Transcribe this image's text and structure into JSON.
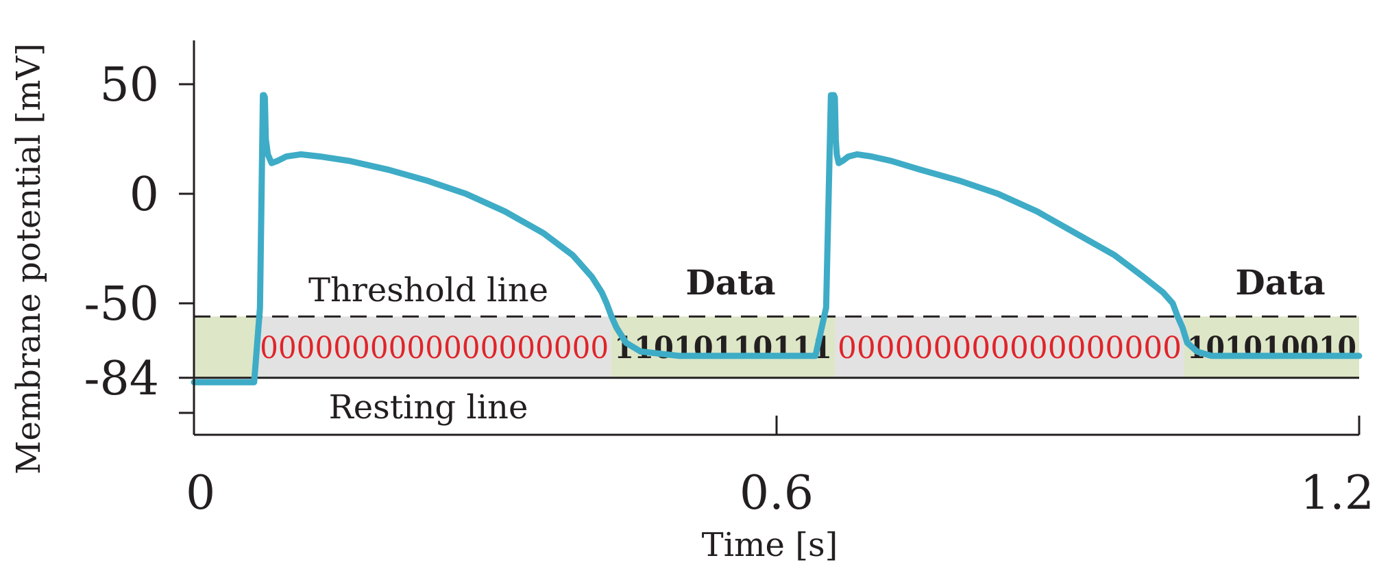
{
  "chart_data": {
    "type": "line",
    "title": "",
    "xlabel": "Time [s]",
    "ylabel": "Membrane potential [mV]",
    "xlim": [
      0,
      1.2
    ],
    "ylim": [
      -110,
      70
    ],
    "xticks": [
      0,
      0.6,
      1.2
    ],
    "xtick_labels": [
      "0",
      "0.6",
      "1.2"
    ],
    "yticks": [
      50,
      0,
      -50,
      -84
    ],
    "ytick_labels": [
      "50",
      "0",
      "-50",
      "-84"
    ],
    "grid": false,
    "threshold_mv": -56,
    "resting_mv": -84,
    "annotations": {
      "threshold_label": "Threshold line",
      "resting_label": "Resting line",
      "data_label_1": "Data",
      "data_label_2": "Data"
    },
    "bit_segments": [
      {
        "text": "0000000000000000000",
        "color": "#e0242a",
        "x_start": 0.065,
        "x_end": 0.43
      },
      {
        "text": "11010110111",
        "color": "#231f20",
        "x_start": 0.43,
        "x_end": 0.66
      },
      {
        "text": "000000000000000000",
        "color": "#e0242a",
        "x_start": 0.66,
        "x_end": 1.02
      },
      {
        "text": "101010010",
        "color": "#231f20",
        "x_start": 1.02,
        "x_end": 1.2
      }
    ],
    "shaded_regions": [
      {
        "color": "#dde6c6",
        "x_start": 0,
        "x_end": 0.065
      },
      {
        "color": "#e2e2e2",
        "x_start": 0.065,
        "x_end": 0.43
      },
      {
        "color": "#dde6c6",
        "x_start": 0.43,
        "x_end": 0.66
      },
      {
        "color": "#e2e2e2",
        "x_start": 0.66,
        "x_end": 1.02
      },
      {
        "color": "#dde6c6",
        "x_start": 1.02,
        "x_end": 1.2
      }
    ],
    "series": [
      {
        "color": "#3eacc6",
        "x": [
          0,
          0.062,
          0.068,
          0.071,
          0.072,
          0.073,
          0.074,
          0.076,
          0.08,
          0.086,
          0.095,
          0.11,
          0.13,
          0.16,
          0.2,
          0.24,
          0.28,
          0.32,
          0.36,
          0.39,
          0.41,
          0.42,
          0.425,
          0.43,
          0.435,
          0.445,
          0.46,
          0.5,
          0.55,
          0.6,
          0.64,
          0.651,
          0.656,
          0.659,
          0.66,
          0.661,
          0.662,
          0.664,
          0.668,
          0.674,
          0.683,
          0.698,
          0.718,
          0.748,
          0.788,
          0.828,
          0.868,
          0.908,
          0.948,
          0.978,
          0.998,
          1.008,
          1.013,
          1.018,
          1.023,
          1.033,
          1.048,
          1.08,
          1.12,
          1.2
        ],
        "values": [
          -86,
          -86,
          -52,
          45,
          45,
          44,
          25,
          18,
          14,
          15,
          17,
          18,
          17,
          15,
          11,
          6,
          0,
          -8,
          -18,
          -28,
          -38,
          -45,
          -50,
          -56,
          -61,
          -68,
          -72,
          -74,
          -74,
          -74,
          -74,
          -52,
          45,
          45,
          44,
          25,
          18,
          14,
          15,
          17,
          18,
          17,
          15,
          11,
          6,
          0,
          -8,
          -18,
          -28,
          -38,
          -45,
          -50,
          -56,
          -61,
          -68,
          -72,
          -74,
          -74,
          -74,
          -74
        ]
      }
    ],
    "colors": {
      "trace": "#3eacc6",
      "zero_bits": "#e0242a",
      "data_bits": "#231f20",
      "axis": "#231f20",
      "shade_green": "#dde6c6",
      "shade_gray": "#e2e2e2"
    }
  }
}
